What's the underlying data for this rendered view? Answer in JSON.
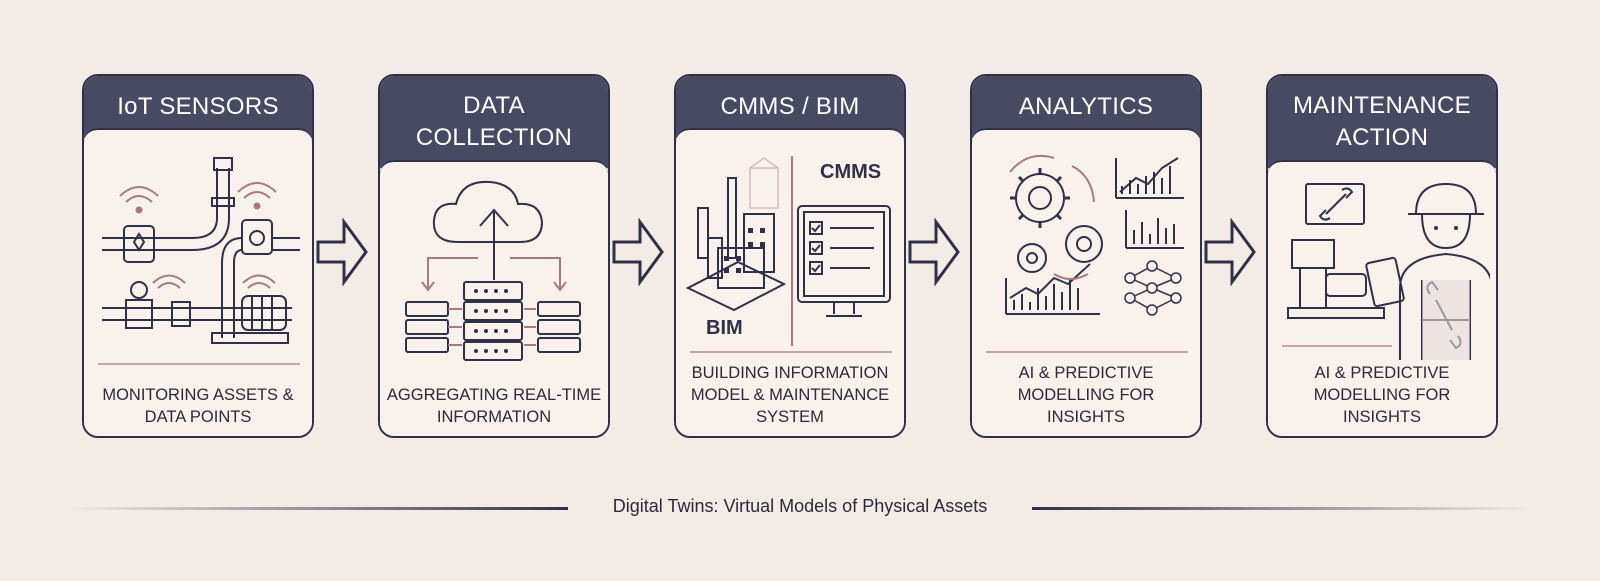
{
  "steps": [
    {
      "title": "IoT SENSORS",
      "description": "MONITORING ASSETS & DATA POINTS",
      "icon": "iot-sensors-pipes-icon"
    },
    {
      "title": "DATA COLLECTION",
      "description": "AGGREGATING REAL-TIME INFORMATION",
      "icon": "cloud-upload-servers-icon"
    },
    {
      "title": "CMMS / BIM",
      "description": "BUILDING INFORMATION MODEL & MAINTENANCE SYSTEM",
      "icon": "building-monitor-checklist-icon",
      "labels": {
        "cmms": "CMMS",
        "bim": "BIM"
      }
    },
    {
      "title": "ANALYTICS",
      "description": "AI & PREDICTIVE MODELLING FOR INSIGHTS",
      "icon": "gears-charts-neural-net-icon"
    },
    {
      "title": "MAINTENANCE ACTION",
      "description": "AI & PREDICTIVE MODELLING FOR INSIGHTS",
      "icon": "technician-wrench-tablet-icon"
    }
  ],
  "footer": {
    "caption": "Digital Twins: Virtual Models of Physical Assets"
  },
  "colors": {
    "header": "#484a64",
    "outline": "#2f3147",
    "accent": "#a87a80",
    "background": "#f3ebe6",
    "card": "#f8f1ec"
  }
}
